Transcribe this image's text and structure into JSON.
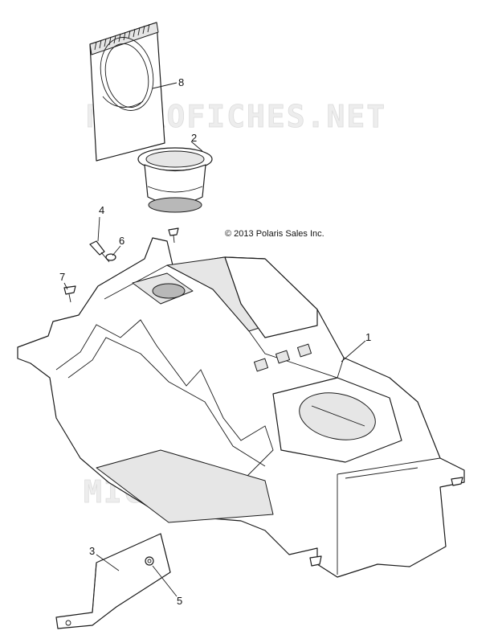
{
  "copyright": "© 2013 Polaris Sales Inc.",
  "watermark": "MICROFICHES.NET",
  "callouts": [
    {
      "id": "1",
      "part": "console-body"
    },
    {
      "id": "2",
      "part": "cup-holder"
    },
    {
      "id": "3",
      "part": "bracket-plate"
    },
    {
      "id": "4",
      "part": "screw"
    },
    {
      "id": "5",
      "part": "push-rivet"
    },
    {
      "id": "6",
      "part": "washer"
    },
    {
      "id": "7",
      "part": "push-rivet"
    },
    {
      "id": "8",
      "part": "mat-insert"
    }
  ]
}
